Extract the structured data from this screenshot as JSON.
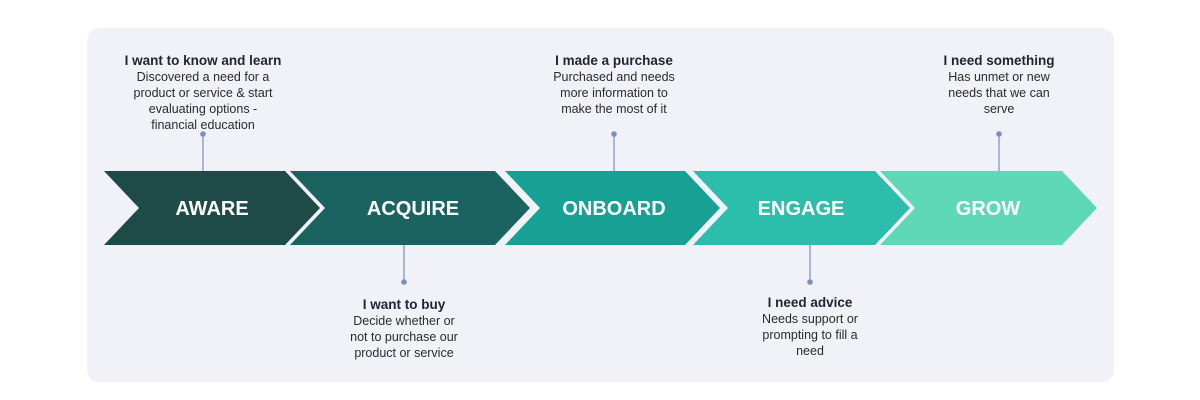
{
  "colors": {
    "aware": "#1e4a47",
    "acquire": "#1b6360",
    "onboard": "#17a094",
    "engage": "#2cbeaa",
    "grow": "#5fd8b8",
    "connector": "#7b8fbf",
    "panel": "#f0f2f8"
  },
  "stages": [
    {
      "label": "AWARE"
    },
    {
      "label": "ACQUIRE"
    },
    {
      "label": "ONBOARD"
    },
    {
      "label": "ENGAGE"
    },
    {
      "label": "GROW"
    }
  ],
  "callouts": {
    "aware": {
      "title": "I want to know and learn",
      "body": "Discovered a need for a\nproduct or service & start\nevaluating options -\nfinancial education"
    },
    "acquire": {
      "title": "I want to buy",
      "body": "Decide whether or\nnot to purchase our\nproduct or service"
    },
    "onboard": {
      "title": "I made a purchase",
      "body": "Purchased and needs\nmore information to\nmake the most of it"
    },
    "engage": {
      "title": "I need advice",
      "body": "Needs support or\nprompting to fill a\nneed"
    },
    "grow": {
      "title": "I need something",
      "body": "Has unmet or new\nneeds that we can\nserve"
    }
  }
}
